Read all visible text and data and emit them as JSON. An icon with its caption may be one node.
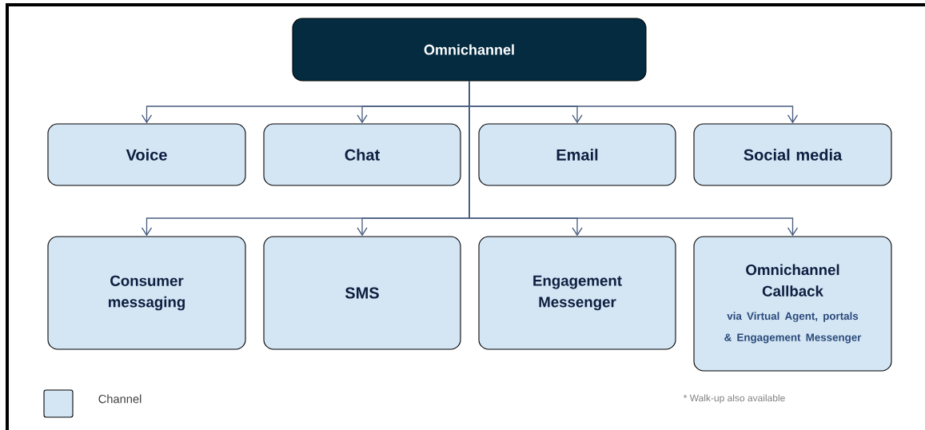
{
  "diagram": {
    "nodes": [
      {
        "text": [
          "Omnichannel"
        ]
      },
      {
        "text": [
          "Voice"
        ]
      },
      {
        "text": [
          "Chat"
        ]
      },
      {
        "text": [
          "Email"
        ]
      },
      {
        "text": [
          "Social media"
        ]
      },
      {
        "text": [
          "Consumer messaging"
        ]
      },
      {
        "text": [
          "SMS"
        ]
      },
      {
        "text": [
          "Engagement Messenger"
        ]
      },
      {
        "text": [
          "Omnichannel Callback",
          "via Virtual Agent, portals & Engagement Messenger"
        ]
      }
    ],
    "edges": [
      {
        "from": 0,
        "to": 1,
        "arrow": "to"
      },
      {
        "from": 0,
        "to": 2,
        "arrow": "to"
      },
      {
        "from": 0,
        "to": 3,
        "arrow": "to"
      },
      {
        "from": 0,
        "to": 4,
        "arrow": "to"
      },
      {
        "from": 0,
        "to": 5,
        "arrow": "to"
      },
      {
        "from": 0,
        "to": 6,
        "arrow": "to"
      },
      {
        "from": 0,
        "to": 7,
        "arrow": "to"
      },
      {
        "from": 0,
        "to": 8,
        "arrow": "to"
      }
    ],
    "labels": [
      "* Walk-up also available"
    ],
    "legend": [
      {
        "text": "Channel",
        "color": "#d4e5f4"
      }
    ]
  }
}
